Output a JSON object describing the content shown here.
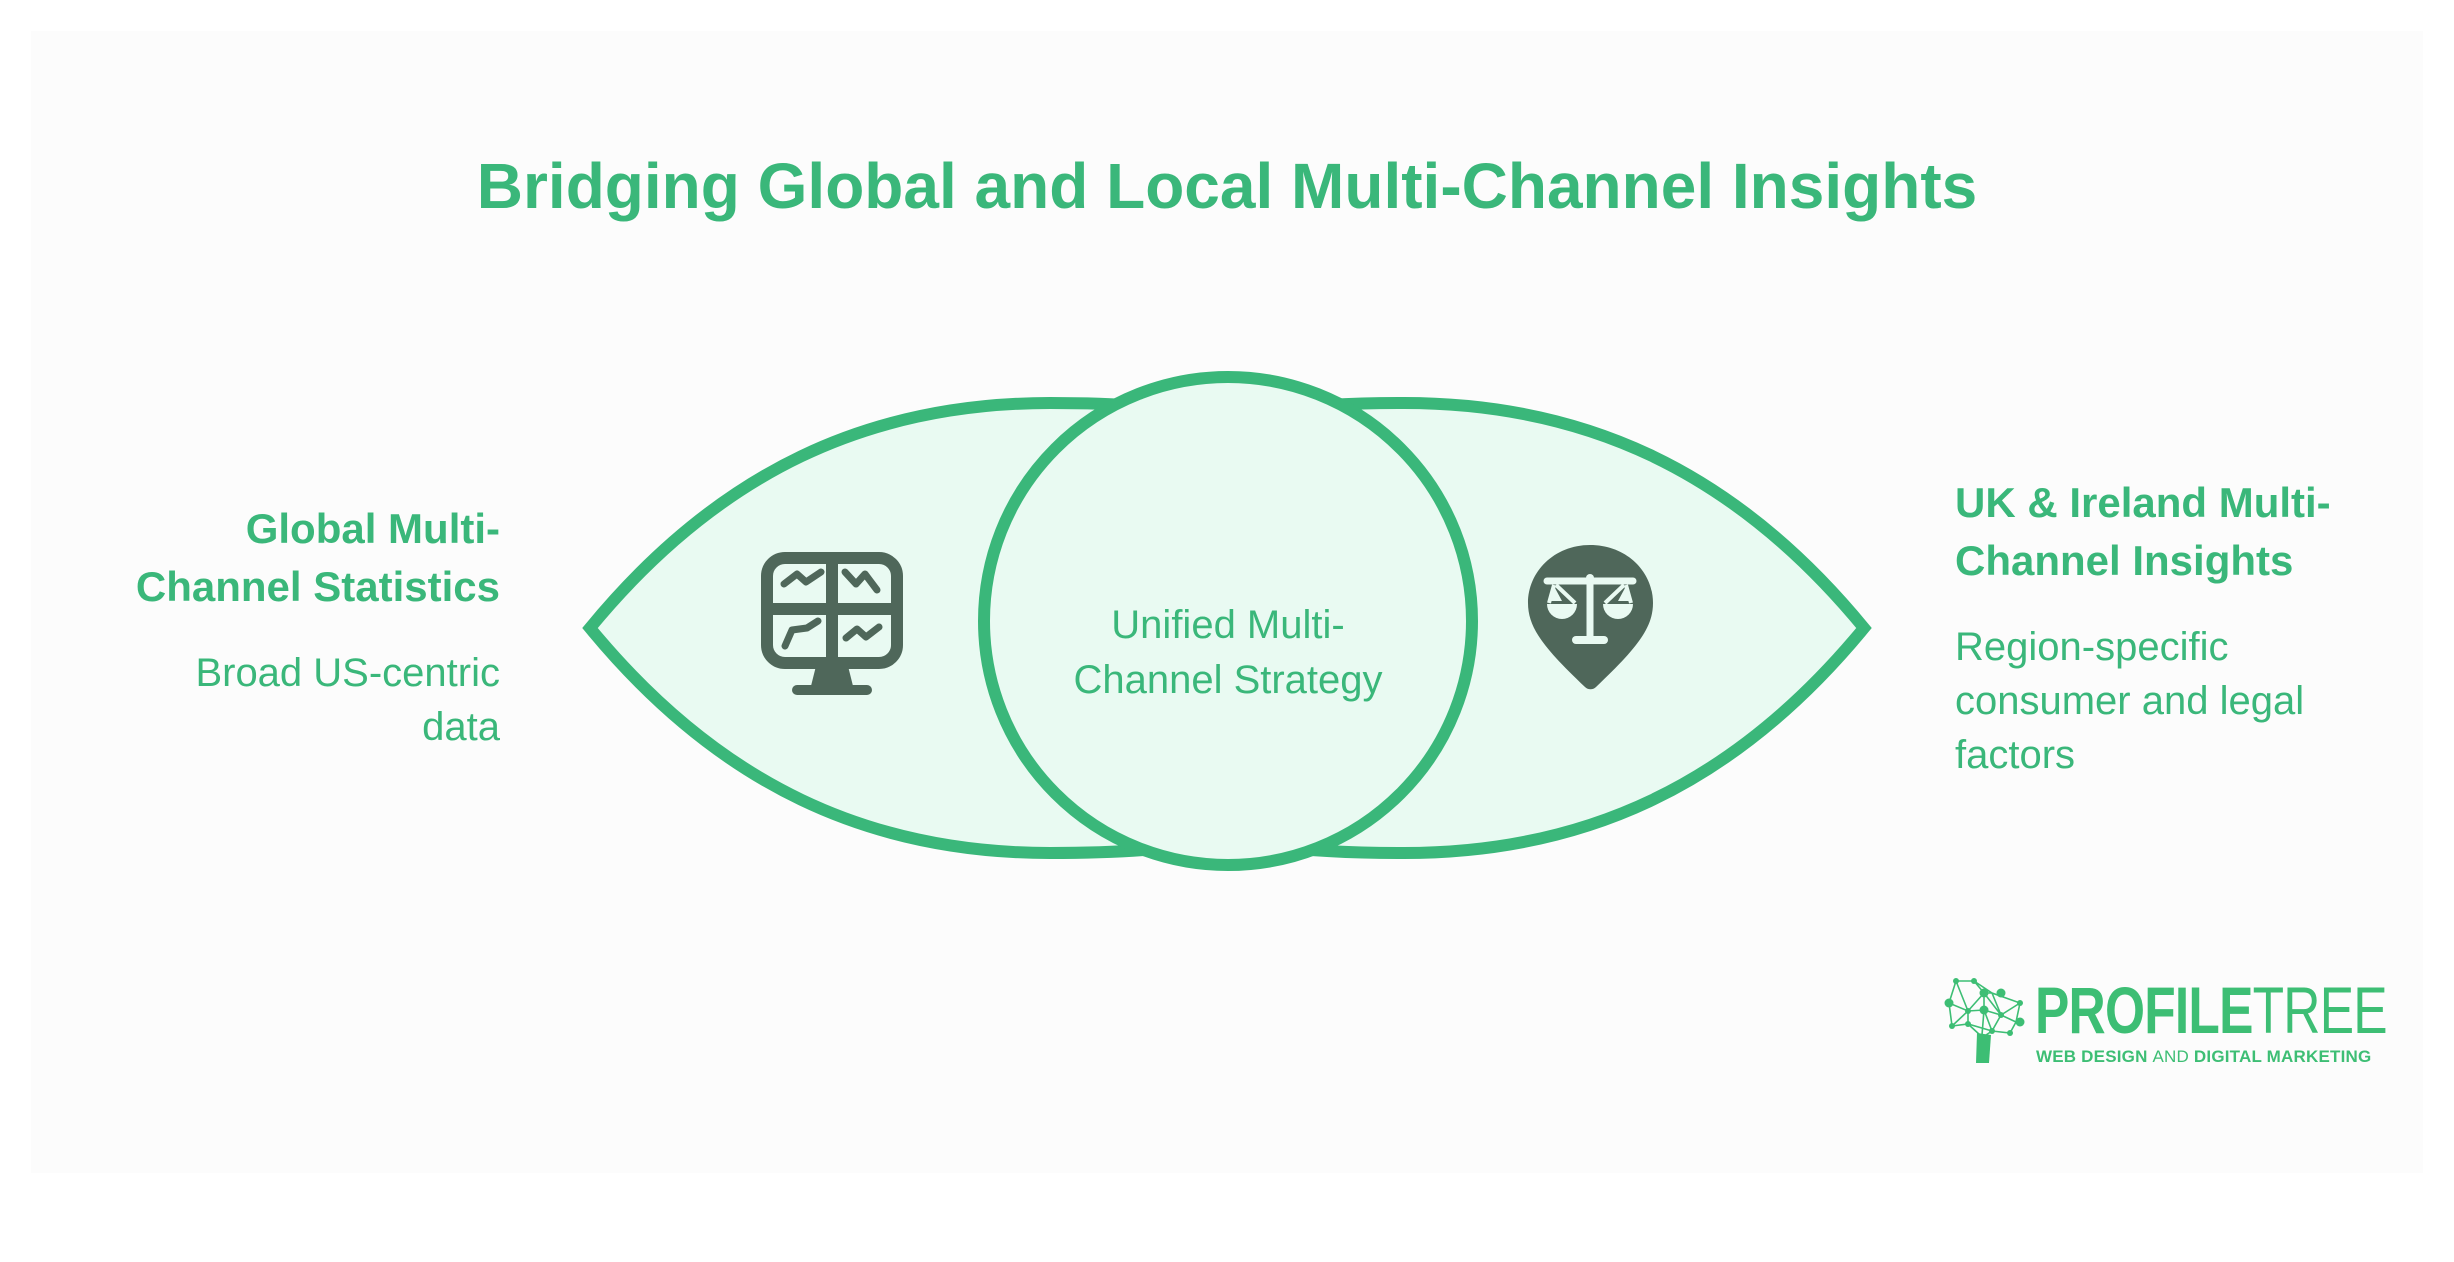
{
  "title": "Bridging Global and Local Multi-Channel Insights",
  "colors": {
    "accent": "#3ab77a",
    "leaf_fill": "#e9faf2",
    "icon": "#4f675a",
    "background": "#fcfcfc",
    "logo": "#3dbe74"
  },
  "left": {
    "heading_line1": "Global Multi-",
    "heading_line2": "Channel Statistics",
    "desc_line1": "Broad US-centric",
    "desc_line2": "data",
    "icon": "monitor-dashboard-icon"
  },
  "center": {
    "line1": "Unified Multi-",
    "line2": "Channel Strategy"
  },
  "right": {
    "heading_line1": "UK & Ireland Multi-",
    "heading_line2": "Channel Insights",
    "desc_line1": "Region-specific",
    "desc_line2": "consumer and legal",
    "desc_line3": "factors",
    "icon": "legal-scale-pin-icon"
  },
  "logo": {
    "word_bold": "PROFILE",
    "word_light": "TREE",
    "tag_bold1": "WEB DESIGN ",
    "tag_light": "AND ",
    "tag_bold2": "DIGITAL MARKETING",
    "icon": "tree-network-icon"
  }
}
